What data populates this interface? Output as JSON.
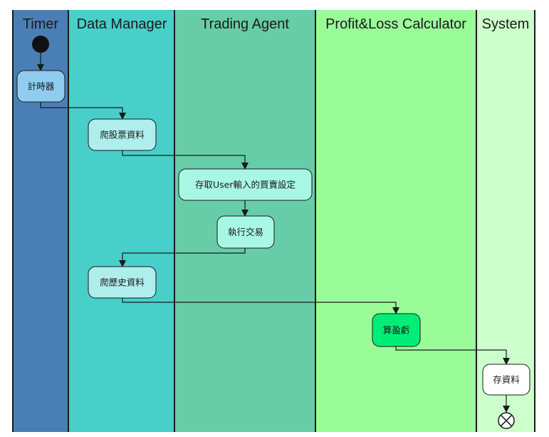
{
  "lanes": [
    {
      "id": "timer",
      "title": "Timer",
      "color": "#4a7fb5"
    },
    {
      "id": "data-manager",
      "title": "Data Manager",
      "color": "#48cfca"
    },
    {
      "id": "trading-agent",
      "title": "Trading Agent",
      "color": "#66cda8"
    },
    {
      "id": "pnl",
      "title": "Profit&Loss Calculator",
      "color": "#99fc99"
    },
    {
      "id": "system",
      "title": "System",
      "color": "#ccffcc"
    }
  ],
  "nodes": {
    "timer": {
      "label": "計時器",
      "color": "#8ecdf0"
    },
    "crawl_stock": {
      "label": "爬股票資料",
      "color": "#b0eeee"
    },
    "settings": {
      "label": "存取User輸入的買賣設定",
      "color": "#a8f7e4"
    },
    "execute": {
      "label": "執行交易",
      "color": "#a8f7e4"
    },
    "crawl_history": {
      "label": "爬歷史資料",
      "color": "#b0eeee"
    },
    "calc_pnl": {
      "label": "算盈虧",
      "color": "#00ee77"
    },
    "save": {
      "label": "存資料",
      "color": "#ffffff"
    }
  },
  "flow": [
    [
      "start",
      "timer"
    ],
    [
      "timer",
      "crawl_stock"
    ],
    [
      "crawl_stock",
      "settings"
    ],
    [
      "settings",
      "execute"
    ],
    [
      "execute",
      "crawl_history"
    ],
    [
      "crawl_history",
      "calc_pnl"
    ],
    [
      "calc_pnl",
      "save"
    ],
    [
      "save",
      "end"
    ]
  ]
}
